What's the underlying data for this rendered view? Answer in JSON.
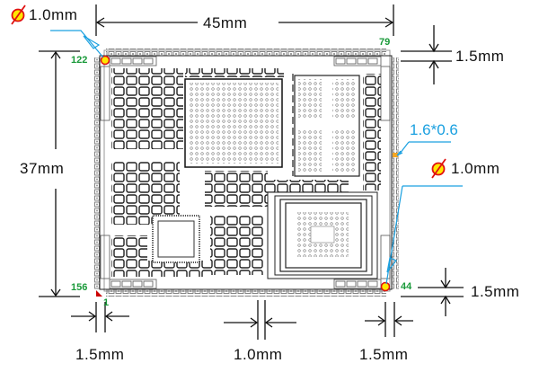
{
  "diagram": {
    "type": "pcb-mechanical-drawing",
    "dimensions": {
      "width": "45mm",
      "height": "37mm",
      "top_edge_margin": "1.5mm",
      "bottom_edge_margin": "1.5mm",
      "left_pad_offset": "1.5mm",
      "pad_pitch": "1.0mm",
      "right_pad_offset": "1.5mm"
    },
    "holes": {
      "top_left": "1.0mm",
      "bottom_right": "1.0mm",
      "symbol": "Ø"
    },
    "pad_size": "1.6*0.6",
    "pin_labels": {
      "top_left": "122",
      "top_right": "79",
      "bottom_left": "156",
      "bottom_left_first": "1",
      "bottom_right": "44"
    },
    "colors": {
      "pin_label": "#1a9a3a",
      "callout": "#1aa0e0",
      "hole_fill": "#ffe600",
      "hole_ring": "#e01010",
      "pad_highlight": "#f5a623",
      "pin1_marker": "#cc0000"
    }
  }
}
